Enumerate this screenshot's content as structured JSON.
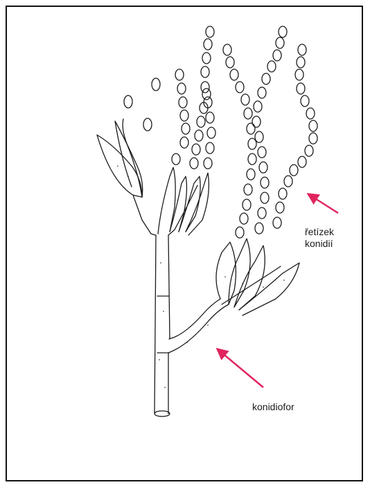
{
  "labels": {
    "chain_line1": "řetízek",
    "chain_line2": "konidií",
    "conidiophore": "konidiofor"
  },
  "colors": {
    "ink": "#1a1a1a",
    "arrow": "#e0245e",
    "frame": "#111111"
  }
}
